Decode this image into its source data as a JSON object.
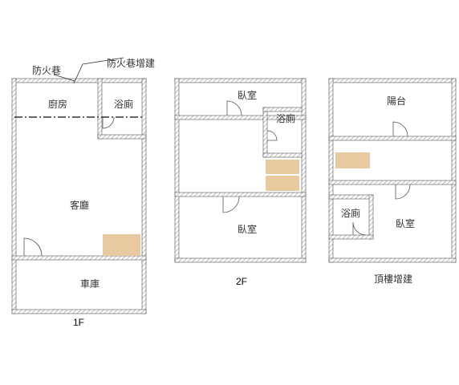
{
  "colors": {
    "wall_hatch": "#9a9a9a",
    "wall_outline": "#555555",
    "stair": "#e8c9a0",
    "text": "#333333"
  },
  "floor_1": {
    "caption": "1F",
    "fire_lane": "防火巷",
    "fire_lane_extension": "防火巷增建",
    "kitchen": "廚房",
    "bathroom": "浴廁",
    "living_room": "客廳",
    "garage": "車庫"
  },
  "floor_2": {
    "caption": "2F",
    "bedroom_front": "臥室",
    "bathroom": "浴廁",
    "bedroom_back": "臥室"
  },
  "rooftop": {
    "caption": "頂樓增建",
    "balcony": "陽台",
    "bathroom": "浴廁",
    "bedroom": "臥室"
  }
}
